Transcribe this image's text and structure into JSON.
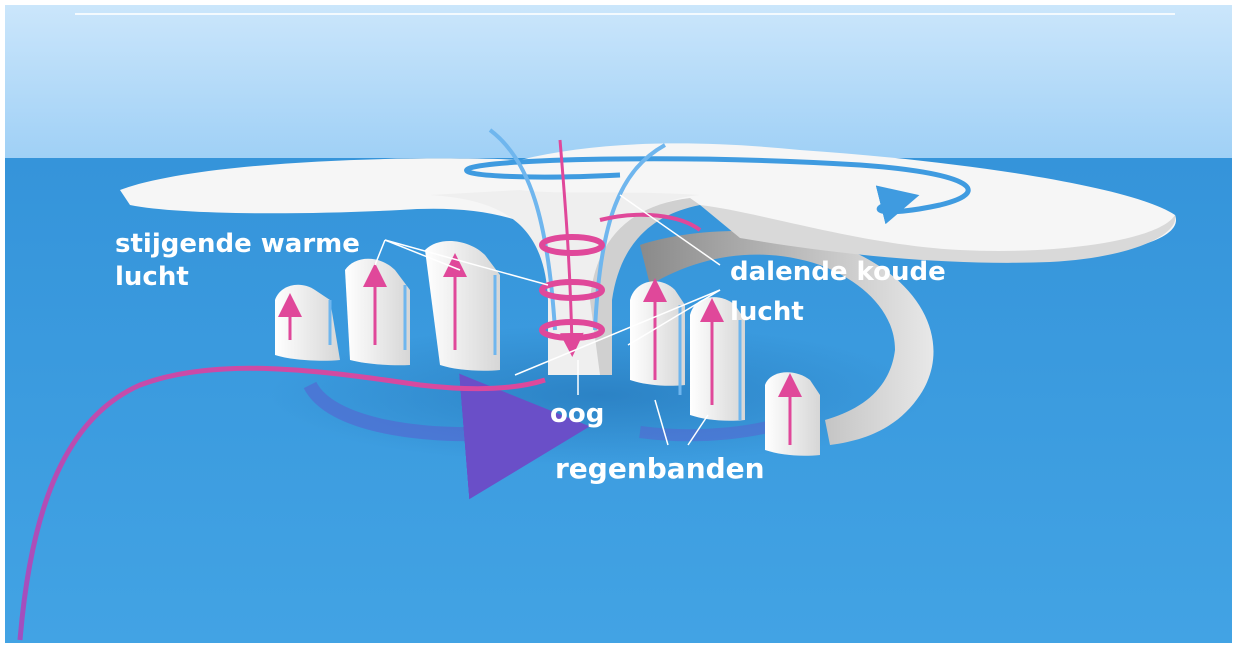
{
  "labels": {
    "rising_warm_air_line1": "stijgende warme",
    "rising_warm_air_line2": "lucht",
    "sinking_cold_air_line1": "dalende koude",
    "sinking_cold_air_line2": "lucht",
    "eye": "oog",
    "rain_bands": "regenbanden"
  },
  "colors": {
    "sky_top": "#a8d4f7",
    "ocean": "#3d9ee0",
    "cloud": "#f4f4f4",
    "cloud_shadow": "#cfcfcf",
    "warm_air": "#e0489a",
    "outflow": "#3f9be0",
    "label_text": "#ffffff"
  }
}
